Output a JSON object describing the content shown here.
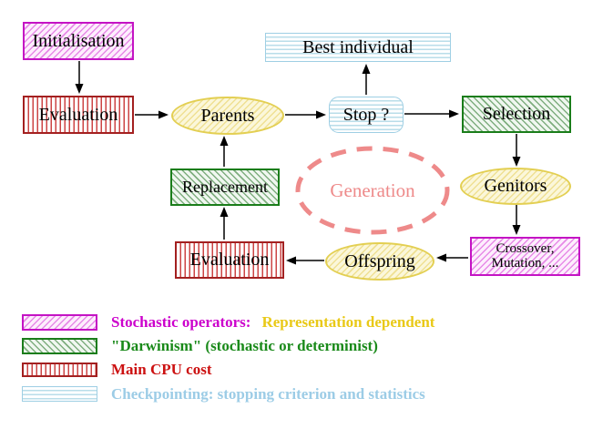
{
  "diagram": {
    "initialisation": "Initialisation",
    "evaluation_top": "Evaluation",
    "parents": "Parents",
    "stop": "Stop ?",
    "best_individual": "Best individual",
    "selection": "Selection",
    "genitors": "Genitors",
    "crossover_line1": "Crossover,",
    "crossover_line2": "Mutation, ...",
    "offspring": "Offspring",
    "evaluation_bottom": "Evaluation",
    "replacement": "Replacement",
    "generation": "Generation"
  },
  "legend": {
    "stochastic_label": "Stochastic operators:",
    "representation_label": "Representation dependent",
    "darwinism_label": "\"Darwinism\" (stochastic or determinist)",
    "cpu_label": "Main CPU cost",
    "checkpointing_label": "Checkpointing: stopping criterion and statistics"
  },
  "colors": {
    "magenta": "#c414c4",
    "gold": "#e9c918",
    "green": "#1a7d1a",
    "red": "#cc1111",
    "cyan_light": "#9ccce6",
    "salmon": "#ee8a8a",
    "yellow": "#e3cf52",
    "arrow_black": "#000000"
  }
}
